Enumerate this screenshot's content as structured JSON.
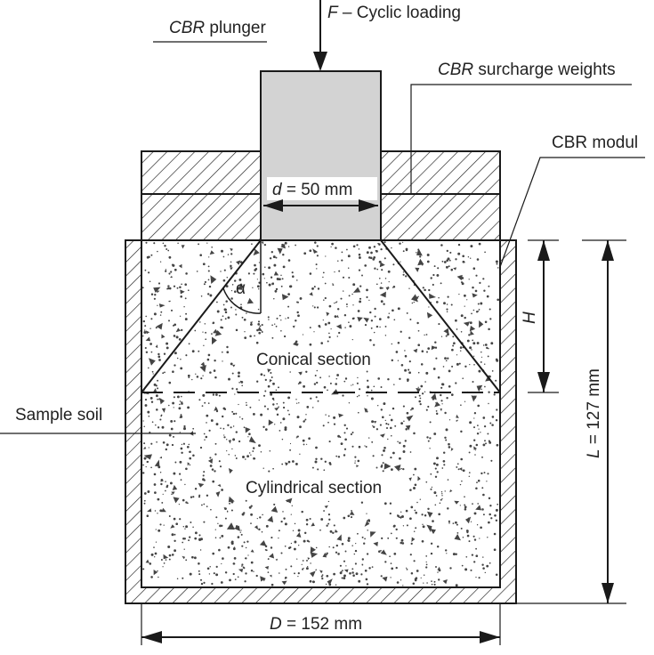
{
  "figure": {
    "labels": {
      "load_sym": "F",
      "load_text": " – Cyclic loading",
      "plunger_abbr": "CBR",
      "plunger_text": " plunger",
      "surcharge_abbr": "CBR",
      "surcharge_text": " surcharge weights",
      "mould": "CBR modul",
      "plunger_d_sym": "d",
      "plunger_d_val": " = 50 mm",
      "angle": "α",
      "height_sym": "H",
      "conical": "Conical section",
      "sample": "Sample soil",
      "cylindrical": "Cylindrical section",
      "length_sym": "L",
      "length_val": " = 127 mm",
      "diam_sym": "D",
      "diam_val": " = 152 mm"
    },
    "colors": {
      "line": "#1a1a1a",
      "plunger_fill": "#d3d3d3",
      "speckle": "#444444"
    }
  }
}
